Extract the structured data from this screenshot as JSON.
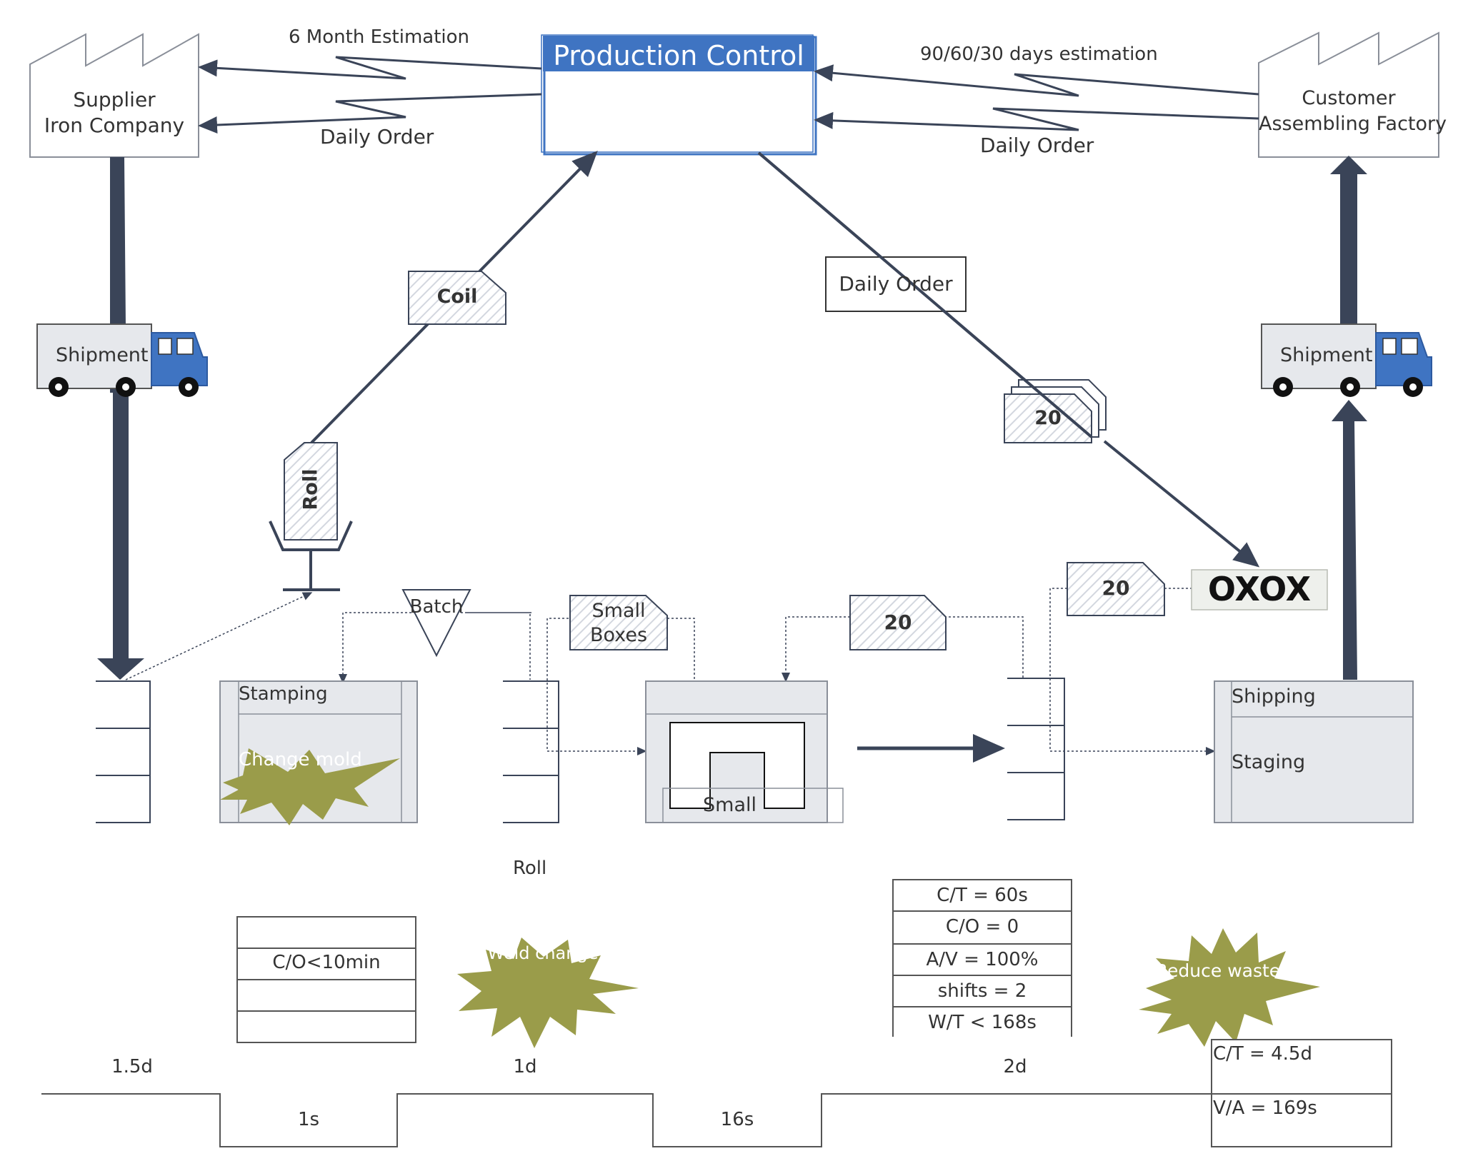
{
  "production_control": {
    "title": "Production Control"
  },
  "supplier": {
    "line1": "Supplier",
    "line2": "Iron Company"
  },
  "customer": {
    "line1": "Customer",
    "line2": "Assembling Factory"
  },
  "flows": {
    "six_month": "6 Month Estimation",
    "daily_order_left": "Daily Order",
    "ninety_days": "90/60/30 days estimation",
    "daily_order_right": "Daily Order",
    "daily_order_box": "Daily Order"
  },
  "shipment_left": "Shipment",
  "shipment_right": "Shipment",
  "kanbans": {
    "coil": "Coil",
    "roll": "Roll",
    "small_boxes_1": "Small",
    "small_boxes_2": "Boxes",
    "k20_mid": "20",
    "k20_right": "20",
    "k20_stack": "20"
  },
  "batch": "Batch",
  "oxox": "OXOX",
  "processes": {
    "stamping": "Stamping",
    "change_mold": "Change mold",
    "small": "Small",
    "shipping": "Shipping",
    "staging": "Staging"
  },
  "roll_label": "Roll",
  "stamping_data": [
    "",
    "C/O<10min",
    "",
    ""
  ],
  "small_data": [
    "C/T = 60s",
    "C/O = 0",
    "A/V = 100%",
    "shifts = 2",
    "W/T < 168s"
  ],
  "kaizen_mid": "Weld change",
  "kaizen_right": "Reduce waste",
  "timeline": {
    "top": [
      "1.5d",
      "1d",
      "2d"
    ],
    "bottom": [
      "1s",
      "16s"
    ],
    "summary": [
      "C/T = 4.5d",
      "V/A = 169s"
    ]
  },
  "colors": {
    "dark": "#3a4458",
    "blue": "#3f74c2",
    "burst": "#9a9c4a",
    "process_fill": "#e6e8ec"
  }
}
